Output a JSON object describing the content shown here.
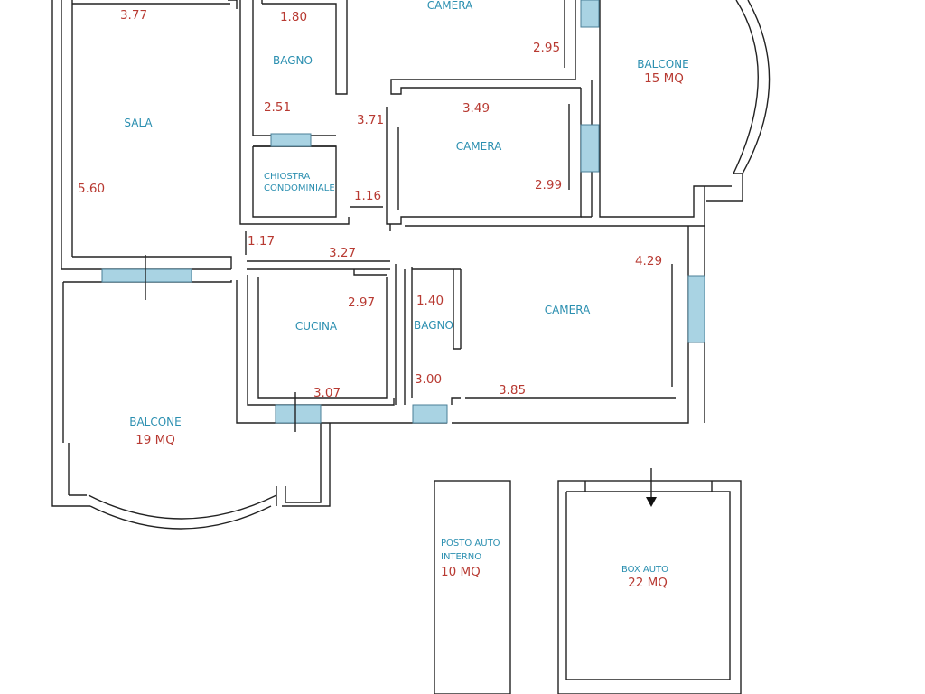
{
  "rooms": {
    "camera_top": "CAMERA",
    "sala": "SALA",
    "bagno_top": "BAGNO",
    "balcone_right": "BALCONE",
    "camera_mid": "CAMERA",
    "chiostra_1": "CHIOSTRA",
    "chiostra_2": "CONDOMINIALE",
    "cucina": "CUCINA",
    "bagno_small": "BAGNO",
    "camera_bottom": "CAMERA",
    "balcone_left": "BALCONE",
    "posto_1": "POSTO AUTO",
    "posto_2": "INTERNO",
    "box": "BOX AUTO"
  },
  "areas": {
    "balcone_right": "15 MQ",
    "balcone_left": "19 MQ",
    "posto_auto": "10 MQ",
    "box_auto": "22 MQ"
  },
  "dimensions": {
    "sala_width": "3.77",
    "sala_depth": "5.60",
    "bagno_width": "1.80",
    "bagno_depth": "2.51",
    "camera_top_depth": "2.95",
    "corridor_upper": "3.71",
    "camera_mid_width": "3.49",
    "camera_mid_depth": "2.99",
    "chiostra_gap": "1.16",
    "corridor_left": "1.17",
    "corridor_width": "3.27",
    "camera_bottom_depth": "4.29",
    "cucina_depth": "2.97",
    "bagno_small_width": "1.40",
    "bagno_small_depth": "3.00",
    "cucina_width": "3.07",
    "camera_bottom_width": "3.85"
  }
}
